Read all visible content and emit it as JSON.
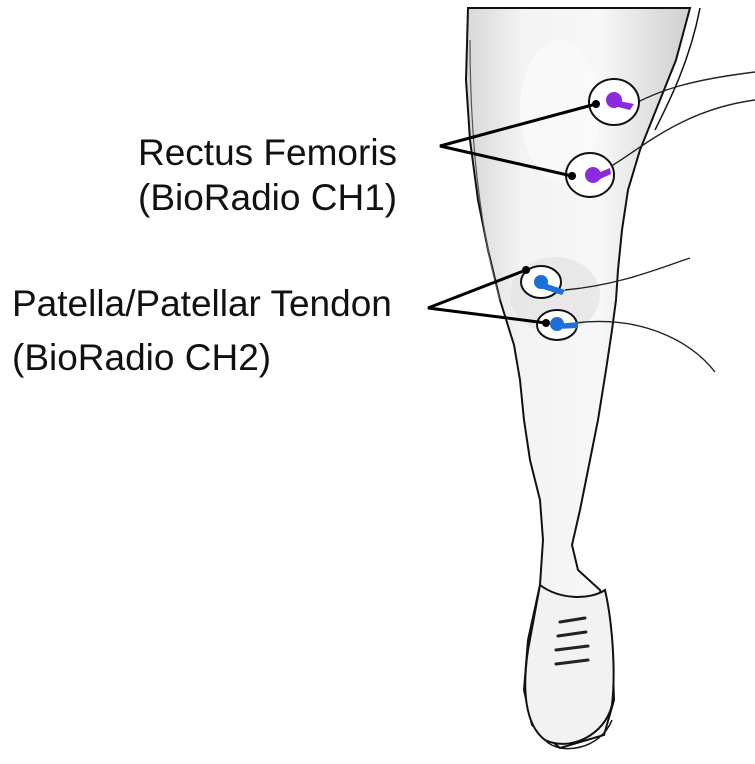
{
  "labels": {
    "rectus_femoris": {
      "name": "Rectus Femoris",
      "channel": "(BioRadio CH1)"
    },
    "patella_tendon": {
      "name": "Patella/Patellar Tendon",
      "channel": "(BioRadio CH2)"
    }
  },
  "colors": {
    "ch1_electrode": "#8a2be2",
    "ch2_electrode": "#1e6fd9",
    "leader_line": "#000000",
    "leg_fill": "#efefef",
    "outline": "#111111"
  },
  "icons": {
    "electrode": "snap-electrode-icon",
    "shoe": "sneaker-icon"
  }
}
